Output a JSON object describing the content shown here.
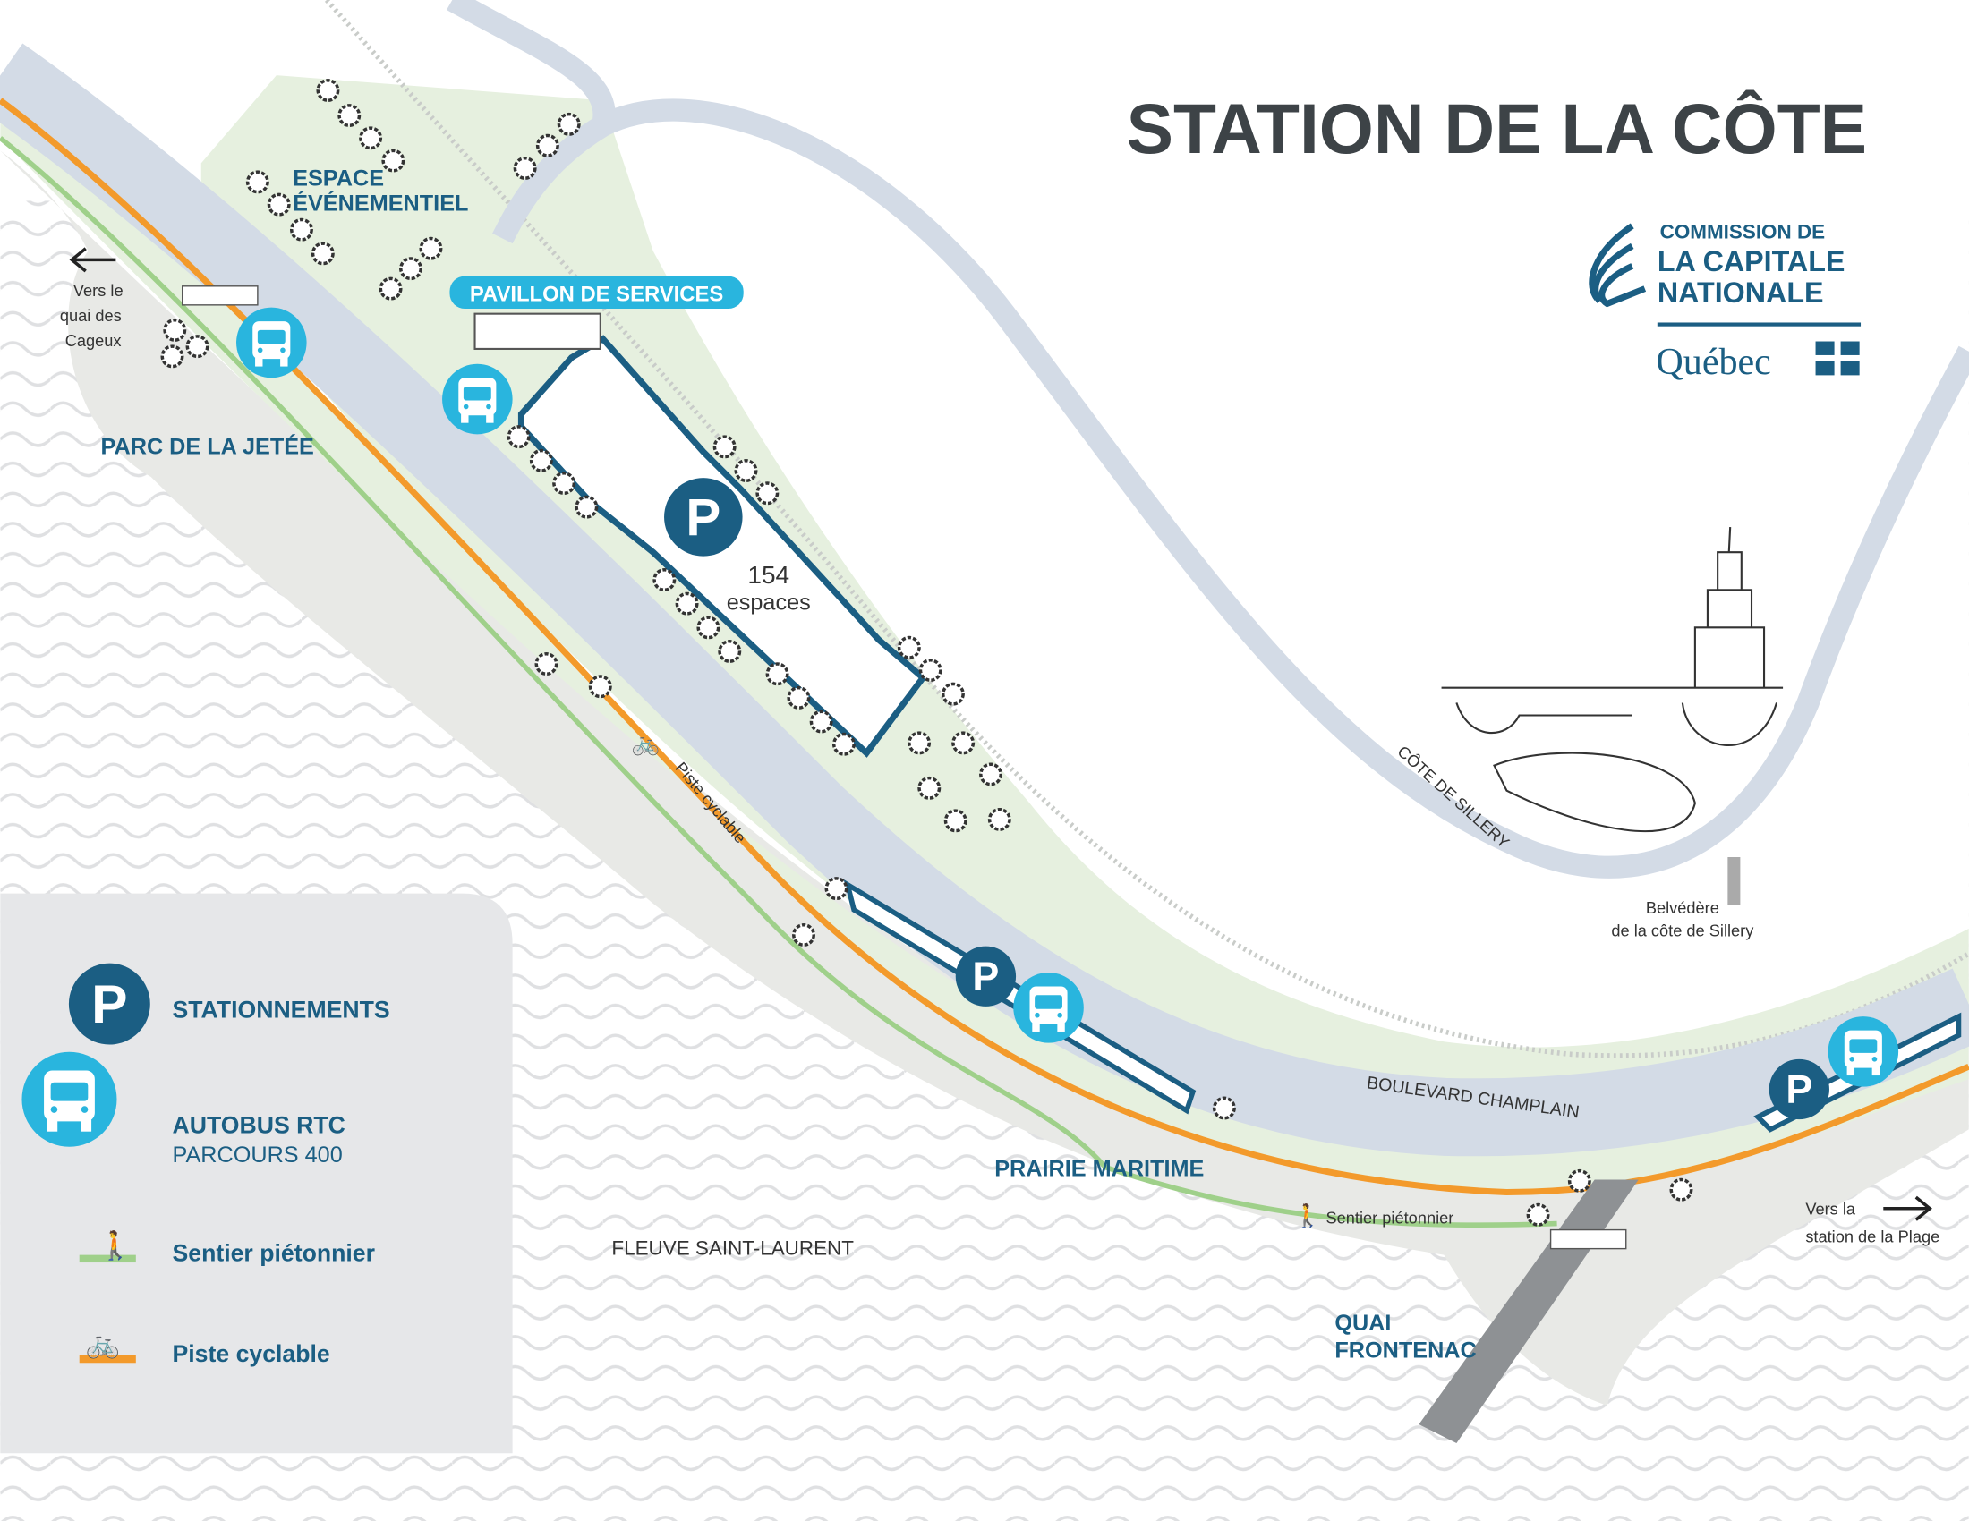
{
  "title": "STATION DE LA CÔTE",
  "logo": {
    "line1": "COMMISSION DE",
    "line2": "LA CAPITALE",
    "line3": "NATIONALE",
    "gov": "Québec"
  },
  "places": {
    "espace_1": "ESPACE",
    "espace_2": "ÉVÉNEMENTIEL",
    "pavillon": "PAVILLON DE SERVICES",
    "parc": "PARC DE LA JETÉE",
    "prairie": "PRAIRIE MARITIME",
    "quai_1": "QUAI",
    "quai_2": "FRONTENAC",
    "fleuve": "FLEUVE SAINT-LAURENT",
    "boulevard": "BOULEVARD CHAMPLAIN",
    "cote": "CÔTE DE SILLERY",
    "belvedere_1": "Belvédère",
    "belvedere_2": "de la côte de Sillery",
    "piste": "Piste cyclable",
    "sentier": "Sentier piétonnier",
    "parking_count": "154",
    "parking_unit": "espaces",
    "parking_letter": "P"
  },
  "directions": {
    "west_1": "Vers le",
    "west_2": "quai des",
    "west_3": "Cageux",
    "east_1": "Vers la",
    "east_2": "station de la Plage"
  },
  "legend": {
    "parking": "STATIONNEMENTS",
    "bus_1": "AUTOBUS RTC",
    "bus_2": "PARCOURS 400",
    "walk": "Sentier piétonnier",
    "bike": "Piste cyclable",
    "parking_letter": "P"
  },
  "colors": {
    "dark_blue": "#1b5e83",
    "bus_cyan": "#29b5de",
    "bike_orange": "#f39a2b",
    "walk_green": "#9fd08a",
    "road": "#d3dbe6"
  }
}
